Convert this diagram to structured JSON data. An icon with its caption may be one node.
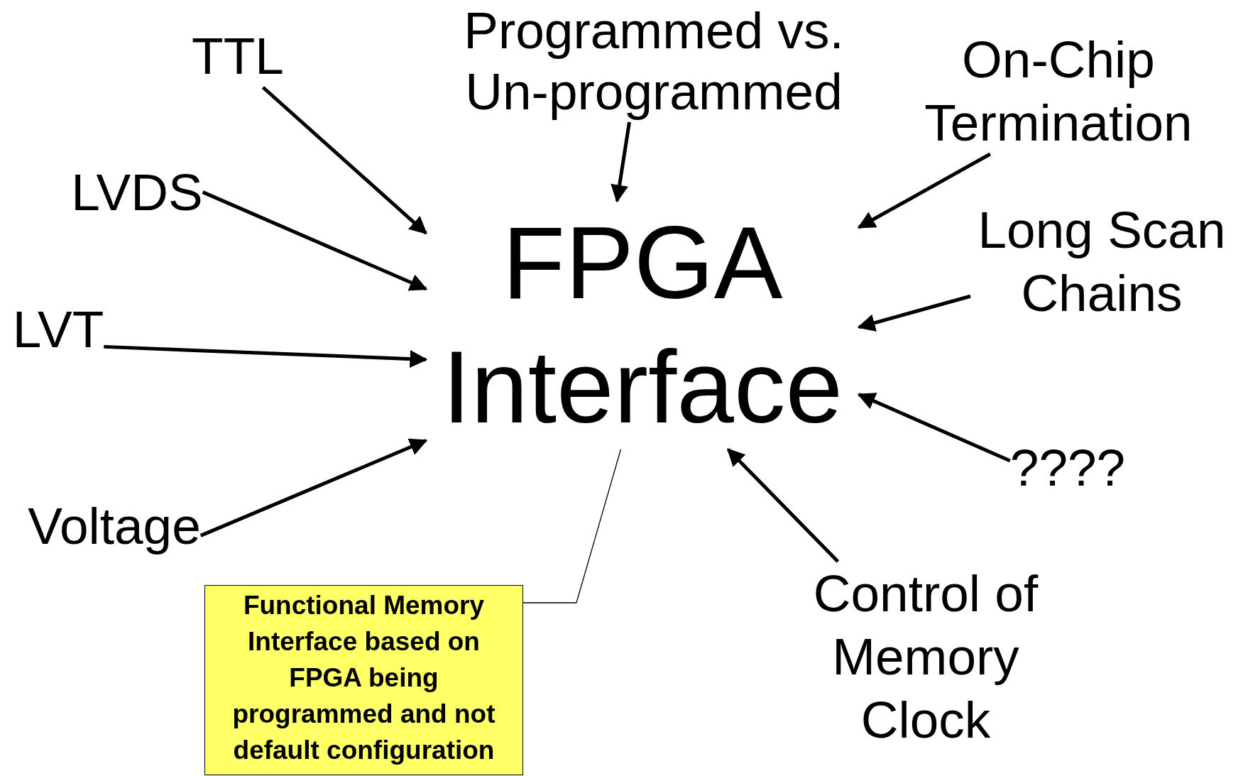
{
  "diagram": {
    "nodes": [
      {
        "text": [
          "FPGA Interface"
        ]
      },
      {
        "text": [
          "TTL"
        ]
      },
      {
        "text": [
          "LVDS"
        ]
      },
      {
        "text": [
          "LVT"
        ]
      },
      {
        "text": [
          "Voltage"
        ]
      },
      {
        "text": [
          "Programmed vs. Un-programmed"
        ]
      },
      {
        "text": [
          "On-Chip Termination"
        ]
      },
      {
        "text": [
          "Long Scan Chains"
        ]
      },
      {
        "text": [
          "????"
        ]
      },
      {
        "text": [
          "Control of Memory Clock"
        ]
      },
      {
        "text": [
          "Functional Memory Interface based on FPGA being programmed and not default configuration"
        ]
      }
    ],
    "edges": [
      {
        "from": 1,
        "to": 0,
        "arrow": "to"
      },
      {
        "from": 2,
        "to": 0,
        "arrow": "to"
      },
      {
        "from": 3,
        "to": 0,
        "arrow": "to"
      },
      {
        "from": 4,
        "to": 0,
        "arrow": "to"
      },
      {
        "from": 5,
        "to": 0,
        "arrow": "to"
      },
      {
        "from": 6,
        "to": 0,
        "arrow": "to"
      },
      {
        "from": 7,
        "to": 0,
        "arrow": "to"
      },
      {
        "from": 8,
        "to": 0,
        "arrow": "to"
      },
      {
        "from": 9,
        "to": 0,
        "arrow": "to"
      },
      {
        "from": 10,
        "to": 0,
        "arrow": "none"
      }
    ]
  }
}
